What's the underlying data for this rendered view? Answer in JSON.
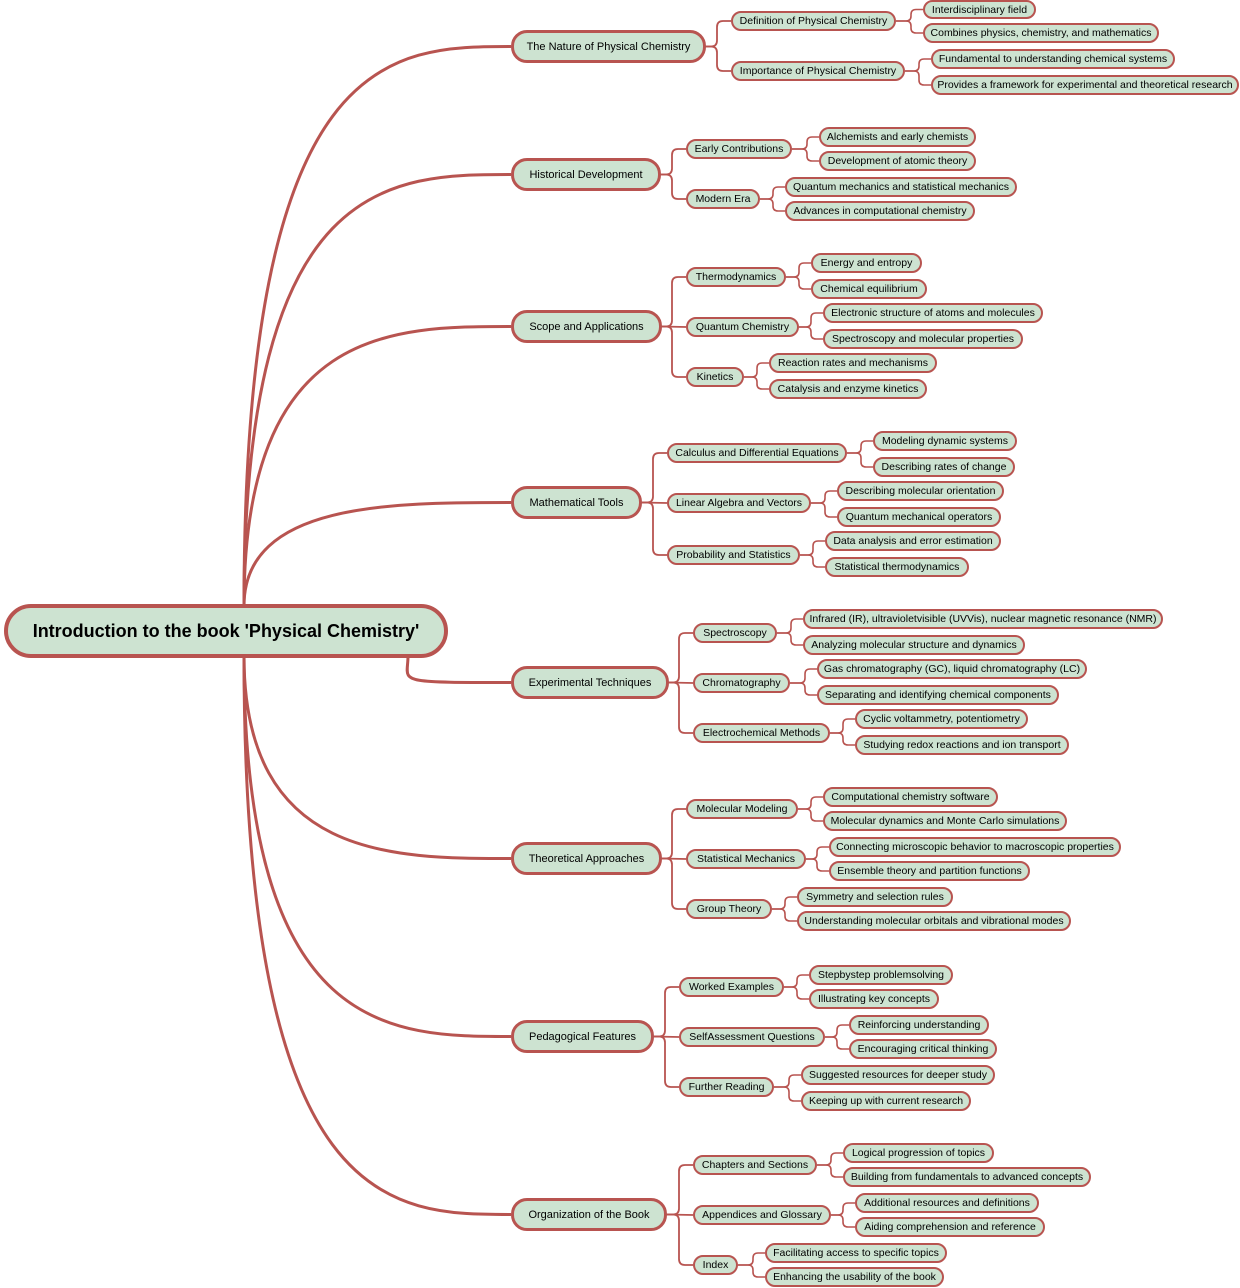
{
  "root": "Introduction to the book 'Physical Chemistry'",
  "colors": {
    "edge": "#b85450",
    "fill": "#cde3d1",
    "border": "#b85450",
    "text": "#000000"
  },
  "branches": [
    {
      "label": "The Nature of Physical Chemistry",
      "children": [
        {
          "label": "Definition of Physical Chemistry",
          "children": [
            "Interdisciplinary field",
            "Combines physics, chemistry, and mathematics"
          ]
        },
        {
          "label": "Importance of Physical Chemistry",
          "children": [
            "Fundamental to understanding chemical systems",
            "Provides a framework for experimental and theoretical research"
          ]
        }
      ]
    },
    {
      "label": "Historical Development",
      "children": [
        {
          "label": "Early Contributions",
          "children": [
            "Alchemists and early chemists",
            "Development of atomic theory"
          ]
        },
        {
          "label": "Modern Era",
          "children": [
            "Quantum mechanics and statistical mechanics",
            "Advances in computational chemistry"
          ]
        }
      ]
    },
    {
      "label": "Scope and Applications",
      "children": [
        {
          "label": "Thermodynamics",
          "children": [
            "Energy and entropy",
            "Chemical equilibrium"
          ]
        },
        {
          "label": "Quantum Chemistry",
          "children": [
            "Electronic structure of atoms and molecules",
            "Spectroscopy and molecular properties"
          ]
        },
        {
          "label": "Kinetics",
          "children": [
            "Reaction rates and mechanisms",
            "Catalysis and enzyme kinetics"
          ]
        }
      ]
    },
    {
      "label": "Mathematical Tools",
      "children": [
        {
          "label": "Calculus and Differential Equations",
          "children": [
            "Modeling dynamic systems",
            "Describing rates of change"
          ]
        },
        {
          "label": "Linear Algebra and Vectors",
          "children": [
            "Describing molecular orientation",
            "Quantum mechanical operators"
          ]
        },
        {
          "label": "Probability and Statistics",
          "children": [
            "Data analysis and error estimation",
            "Statistical thermodynamics"
          ]
        }
      ]
    },
    {
      "label": "Experimental Techniques",
      "children": [
        {
          "label": "Spectroscopy",
          "children": [
            "Infrared (IR), ultravioletvisible (UVVis), nuclear magnetic resonance (NMR)",
            "Analyzing molecular structure and dynamics"
          ]
        },
        {
          "label": "Chromatography",
          "children": [
            "Gas chromatography (GC), liquid chromatography (LC)",
            "Separating and identifying chemical components"
          ]
        },
        {
          "label": "Electrochemical Methods",
          "children": [
            "Cyclic voltammetry, potentiometry",
            "Studying redox reactions and ion transport"
          ]
        }
      ]
    },
    {
      "label": "Theoretical Approaches",
      "children": [
        {
          "label": "Molecular Modeling",
          "children": [
            "Computational chemistry software",
            "Molecular dynamics and Monte Carlo simulations"
          ]
        },
        {
          "label": "Statistical Mechanics",
          "children": [
            "Connecting microscopic behavior to macroscopic properties",
            "Ensemble theory and partition functions"
          ]
        },
        {
          "label": "Group Theory",
          "children": [
            "Symmetry and selection rules",
            "Understanding molecular orbitals and vibrational modes"
          ]
        }
      ]
    },
    {
      "label": "Pedagogical Features",
      "children": [
        {
          "label": "Worked Examples",
          "children": [
            "Stepbystep problemsolving",
            "Illustrating key concepts"
          ]
        },
        {
          "label": "SelfAssessment Questions",
          "children": [
            "Reinforcing understanding",
            "Encouraging critical thinking"
          ]
        },
        {
          "label": "Further Reading",
          "children": [
            "Suggested resources for deeper study",
            "Keeping up with current research"
          ]
        }
      ]
    },
    {
      "label": "Organization of the Book",
      "children": [
        {
          "label": "Chapters and Sections",
          "children": [
            "Logical progression of topics",
            "Building from fundamentals to advanced concepts"
          ]
        },
        {
          "label": "Appendices and Glossary",
          "children": [
            "Additional resources and definitions",
            "Aiding comprehension and reference"
          ]
        },
        {
          "label": "Index",
          "children": [
            "Facilitating access to specific topics",
            "Enhancing the usability of the book"
          ]
        }
      ]
    }
  ]
}
